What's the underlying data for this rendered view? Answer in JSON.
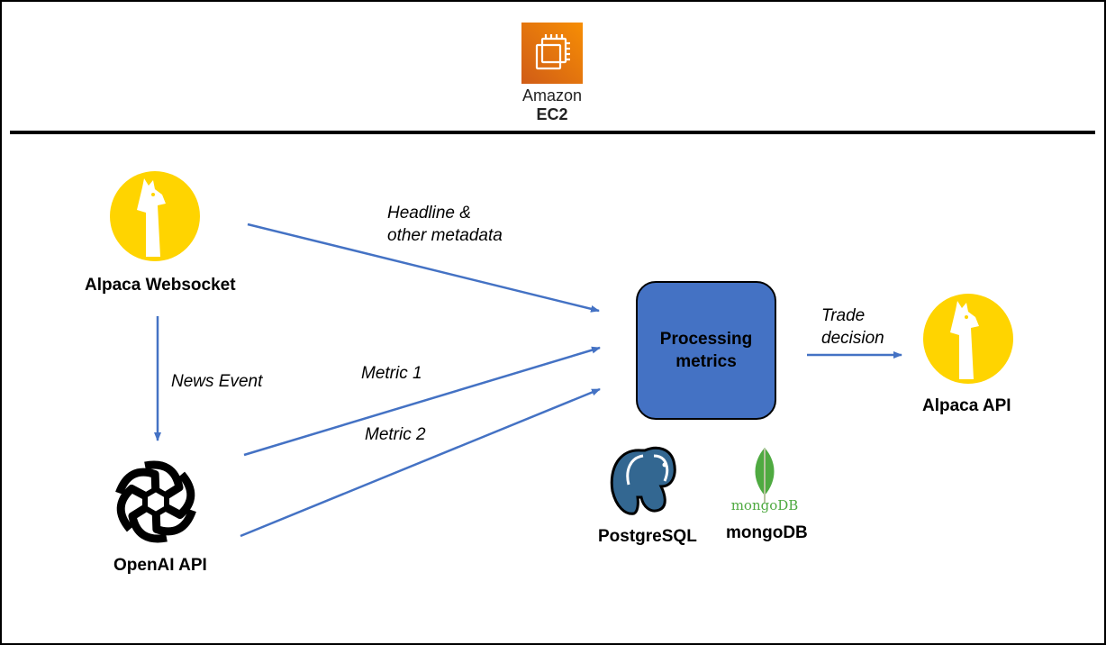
{
  "header": {
    "service_top": "Amazon",
    "service_bottom": "EC2"
  },
  "nodes": {
    "alpaca_websocket": "Alpaca Websocket",
    "openai_api": "OpenAI API",
    "processing_line1": "Processing",
    "processing_line2": "metrics",
    "alpaca_api": "Alpaca API",
    "postgresql": "PostgreSQL",
    "mongodb": "mongoDB",
    "mongodb_logo_text": "mongoDB"
  },
  "edges": {
    "headline_line1": "Headline &",
    "headline_line2": "other metadata",
    "news_event": "News Event",
    "metric1": "Metric 1",
    "metric2": "Metric 2",
    "trade_line1": "Trade",
    "trade_line2": "decision"
  },
  "colors": {
    "arrow": "#4472C4",
    "box_fill": "#4472C4",
    "alpaca_yellow": "#FFD400",
    "ec2_orange": "#F58536",
    "postgres_blue": "#336791",
    "mongo_green": "#4FAA41"
  }
}
